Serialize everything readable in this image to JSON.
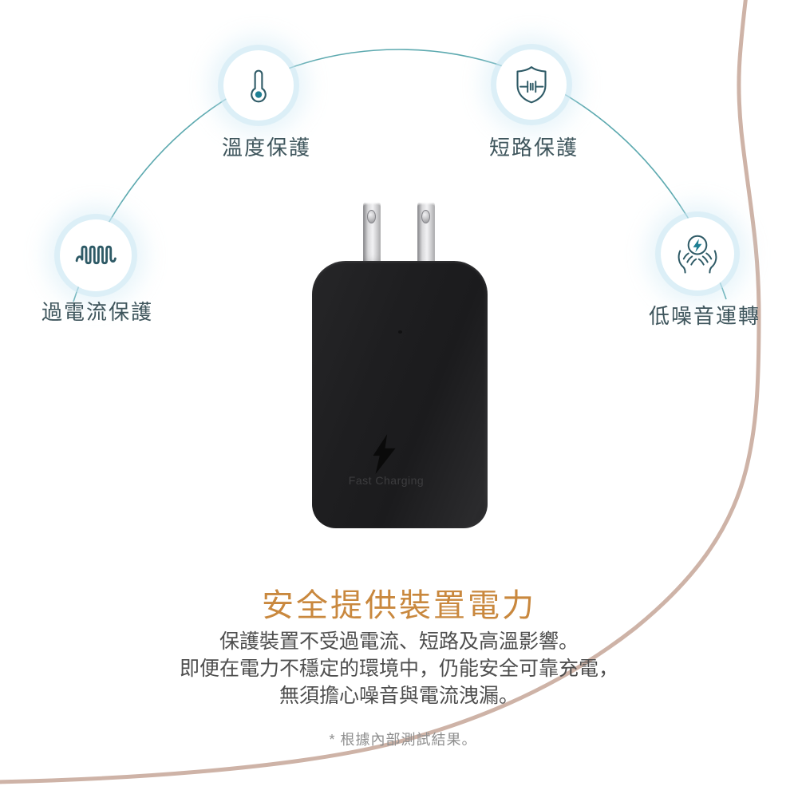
{
  "page": {
    "type": "product-feature-infographic",
    "background": "#FFFFFF"
  },
  "features": {
    "temperature": {
      "label": "溫度保護",
      "icon": "thermometer-icon"
    },
    "short_circuit": {
      "label": "短路保護",
      "icon": "shield-capacitor-icon"
    },
    "overcurrent": {
      "label": "過電流保護",
      "icon": "overcurrent-wave-icon"
    },
    "low_noise": {
      "label": "低噪音運轉",
      "icon": "hands-energy-icon"
    }
  },
  "product": {
    "print_label": "Fast Charging",
    "bolt_icon": "lightning-bolt-icon"
  },
  "heading": {
    "title": "安全提供裝置電力"
  },
  "description": {
    "line1": "保護裝置不受過電流、短路及高溫影響。",
    "line2": "即便在電力不穩定的環境中，仍能安全可靠充電，",
    "line3": "無須擔心噪音與電流洩漏。"
  },
  "footnote": {
    "text": "* 根據內部測試結果。"
  },
  "colors": {
    "arc_teal": "#4AA0A6",
    "icon_stroke": "#2E5A66",
    "icon_accent": "#1E7F93",
    "halo_blue": "#CBE8F3",
    "title_orange": "#C9883E",
    "body_text": "#4E4E4E",
    "label_text": "#3E555C",
    "footnote_text": "#8F8F8F",
    "curve_tan": "#CEB3A7",
    "charger_body": "#1F1F21",
    "prong_silver": "#DCDCDE"
  }
}
